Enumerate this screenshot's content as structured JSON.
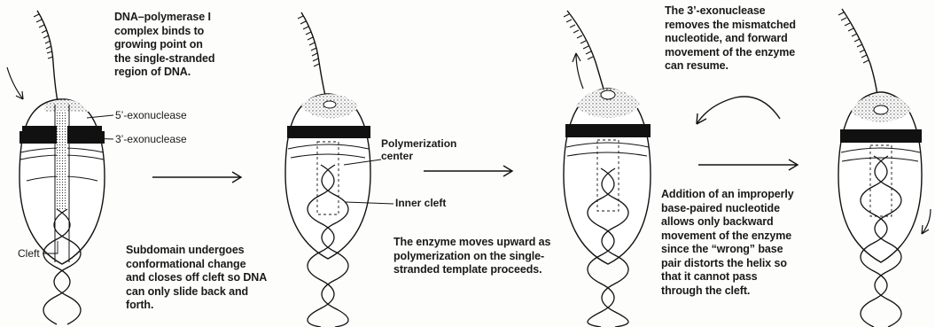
{
  "captions": {
    "binding": "DNA–polymerase I\ncomplex binds to\ngrowing point on\nthe single-stranded\nregion of DNA.",
    "subdomain": "Subdomain undergoes\nconformational change\nand closes off cleft so DNA\ncan only slide back and\nforth.",
    "moves_upward": "The enzyme moves upward as\npolymerization on the single-\nstranded template proceeds.",
    "exonuclease_removes": "The 3’-exonuclease\nremoves the mismatched\nnucleotide, and forward\nmovement of the enzyme\ncan resume.",
    "improper_base": "Addition of an improperly\nbase-paired nucleotide\nallows only backward\nmovement of the enzyme\nsince the “wrong” base\npair distorts the helix so\nthat it cannot pass\nthrough the cleft."
  },
  "labels": {
    "five_exo": "5’-exonuclease",
    "three_exo": "3’-exonuclease",
    "polymerization_center": "Polymerization\ncenter",
    "inner_cleft": "Inner cleft",
    "cleft": "Cleft"
  }
}
